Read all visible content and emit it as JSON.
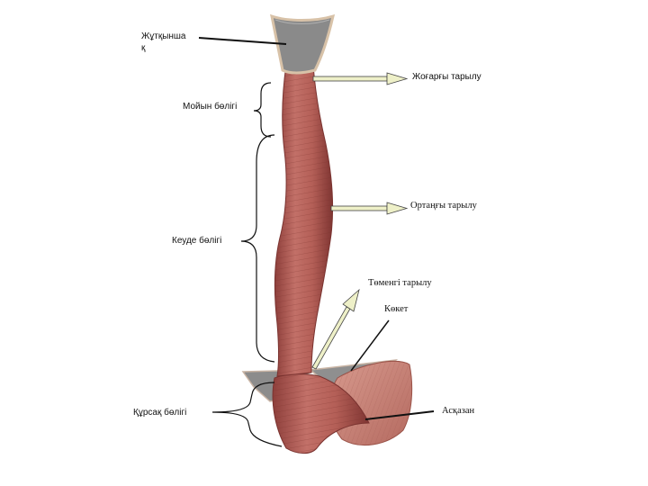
{
  "labels": {
    "pharynx": "Жұтқынша\nқ",
    "upper_narrowing": "Жоғарғы тарылу",
    "cervical_part": "Мойын бөлігі",
    "middle_narrowing": "Ортаңғы тарылу",
    "thoracic_part": "Кеуде бөлігі",
    "lower_narrowing": "Төменгі тарылу",
    "diaphragm": "Көкет",
    "abdominal_part": "Құрсақ бөлігі",
    "stomach": "Асқазан"
  },
  "colors": {
    "muscle": "#b5625a",
    "muscle_dark": "#8e3f3b",
    "muscle_light": "#cf8a80",
    "cut_surface": "#8a8a8a",
    "arrow_fill": "#eef0c8"
  }
}
